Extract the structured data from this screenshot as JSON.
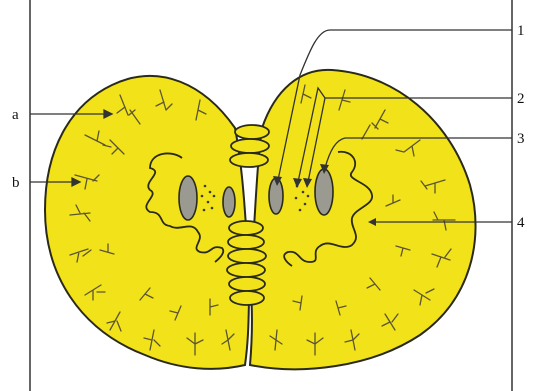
{
  "diagram": {
    "labels": {
      "left": [
        "a",
        "b"
      ],
      "right": [
        "1",
        "2",
        "3",
        "4"
      ]
    },
    "colors": {
      "fill": "#f2e21a",
      "outline": "#2a2a1a",
      "detail": "#5a5530",
      "chloroplast": "#9a9a90",
      "line": "#333333"
    }
  }
}
